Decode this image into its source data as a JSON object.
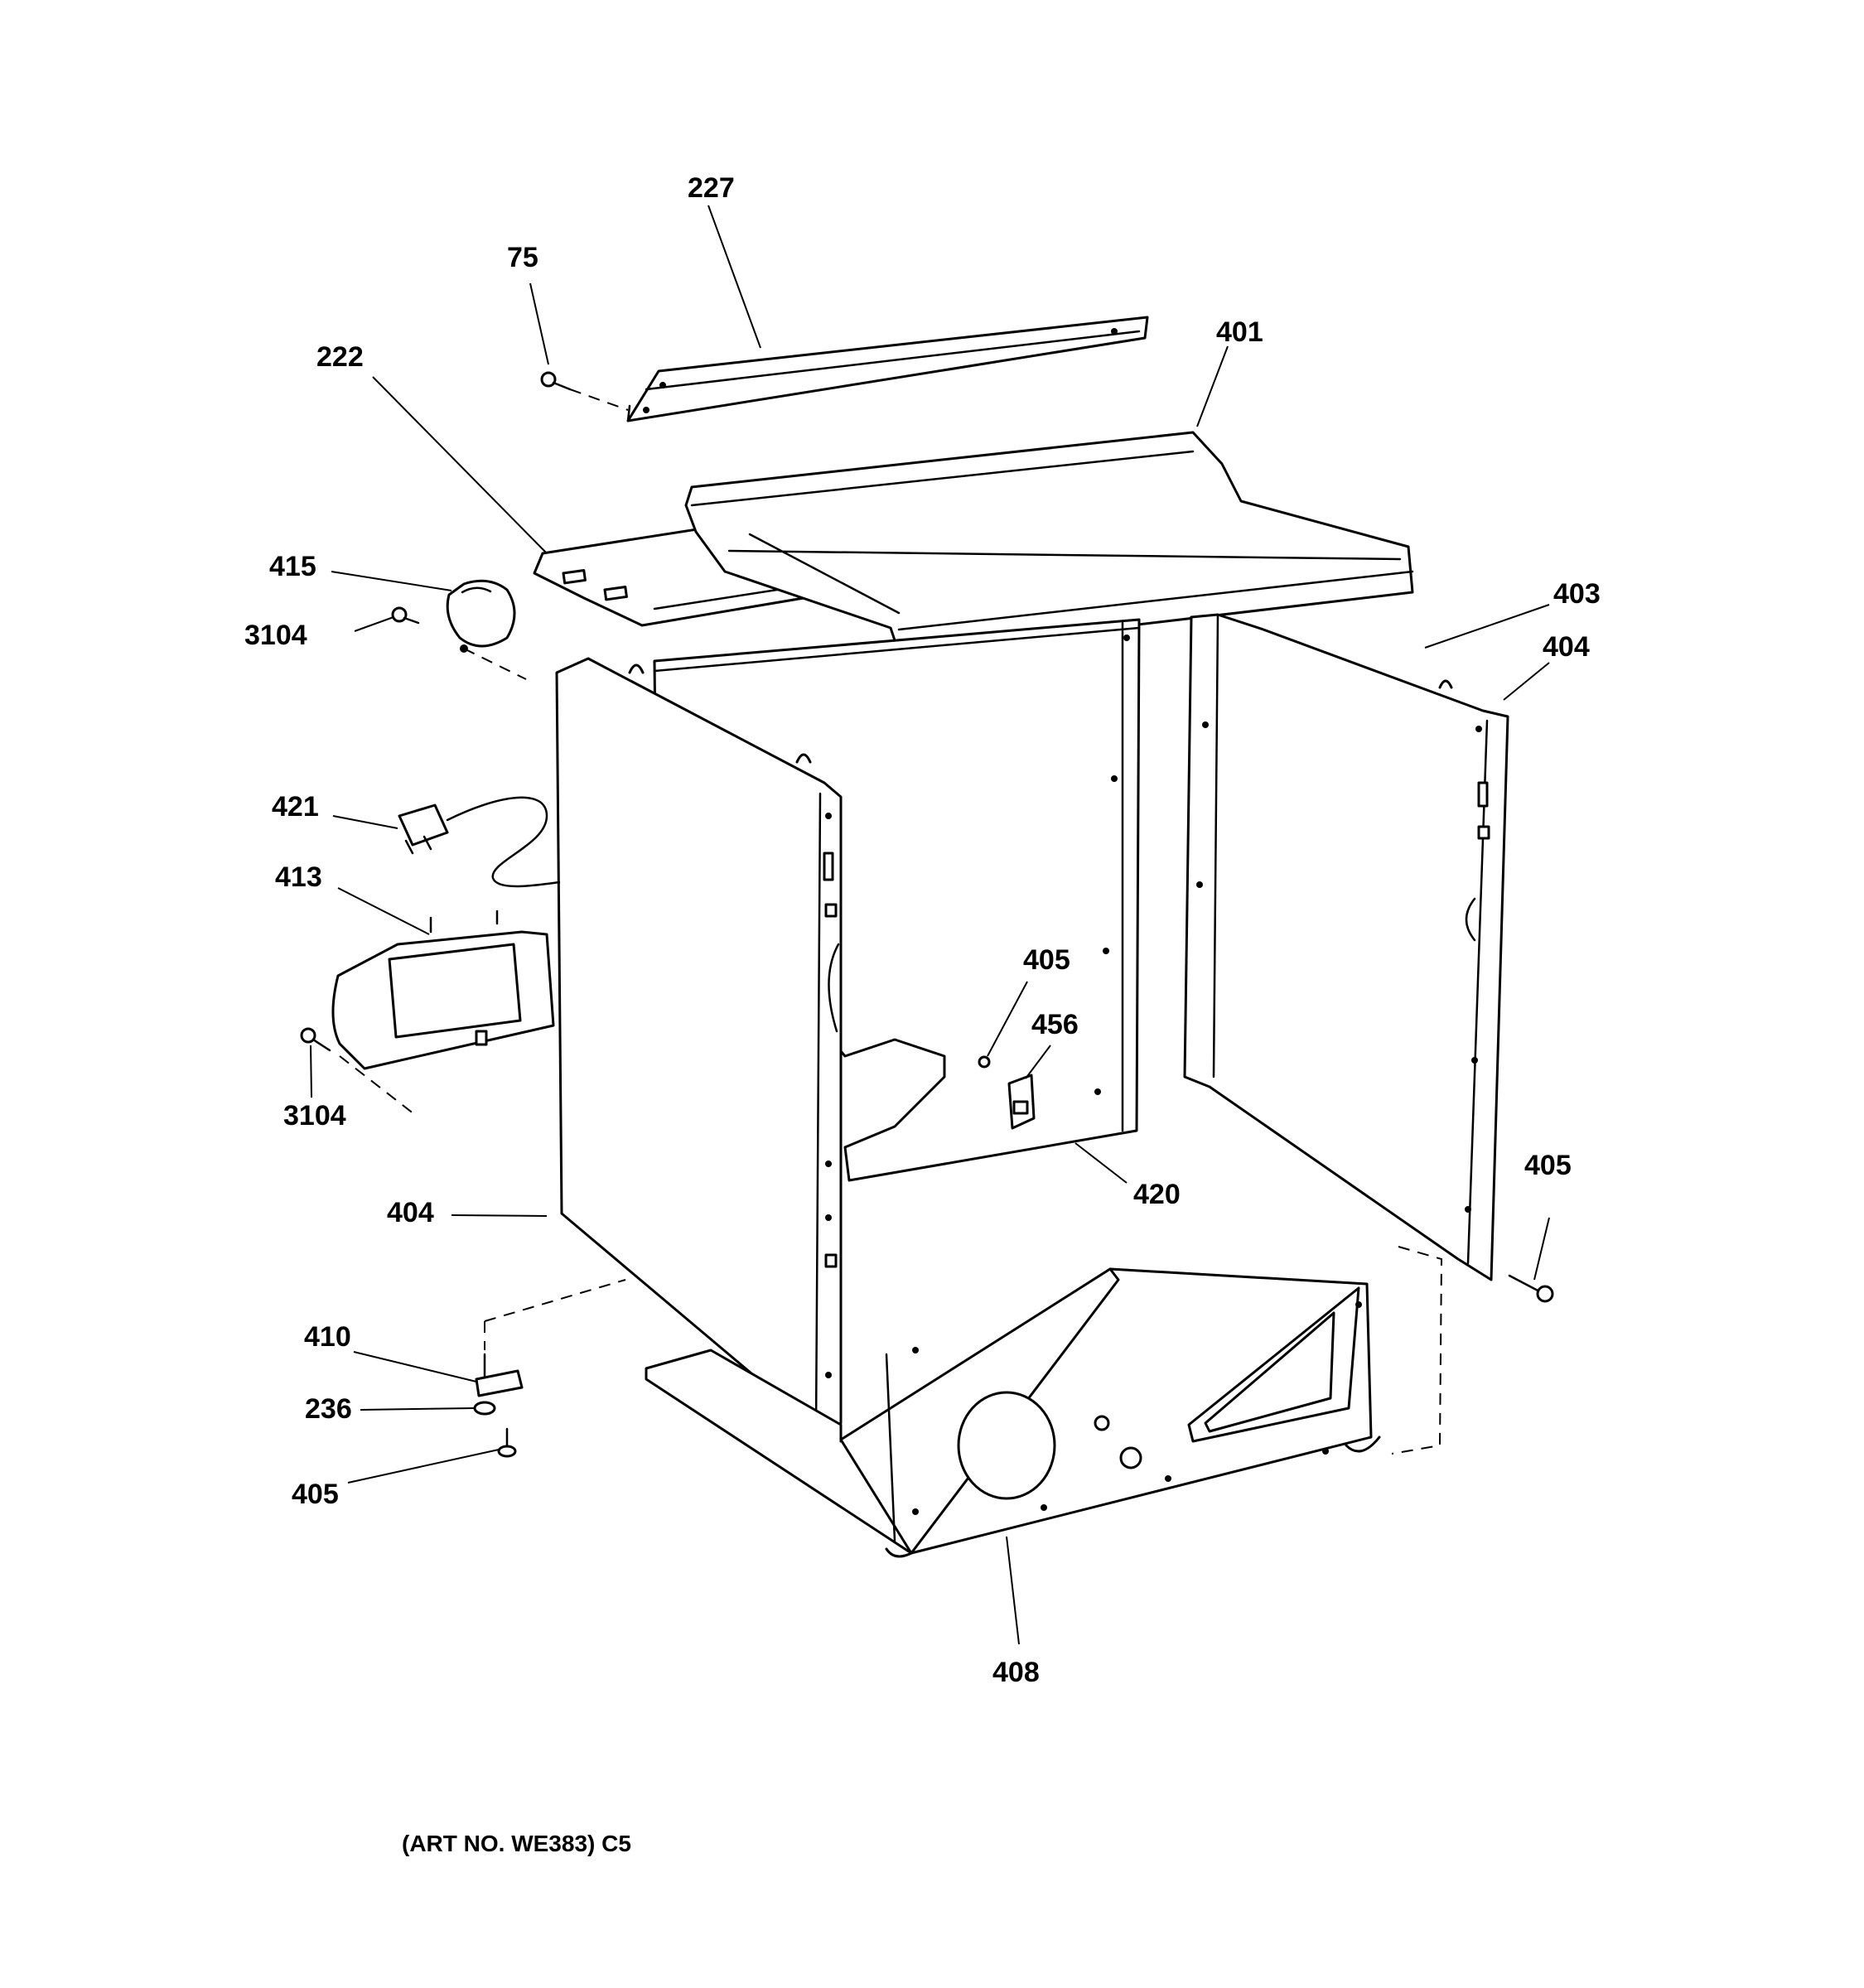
{
  "callouts": {
    "c227": "227",
    "c75": "75",
    "c401": "401",
    "c222": "222",
    "c415": "415",
    "c3104_top": "3104",
    "c403": "403",
    "c404_right": "404",
    "c421": "421",
    "c413": "413",
    "c405_mid": "405",
    "c456": "456",
    "c3104_bottom": "3104",
    "c405_right": "405",
    "c420": "420",
    "c404_left": "404",
    "c410": "410",
    "c236": "236",
    "c405_bottom": "405",
    "c408": "408"
  },
  "caption": "(ART NO. WE383) C5"
}
